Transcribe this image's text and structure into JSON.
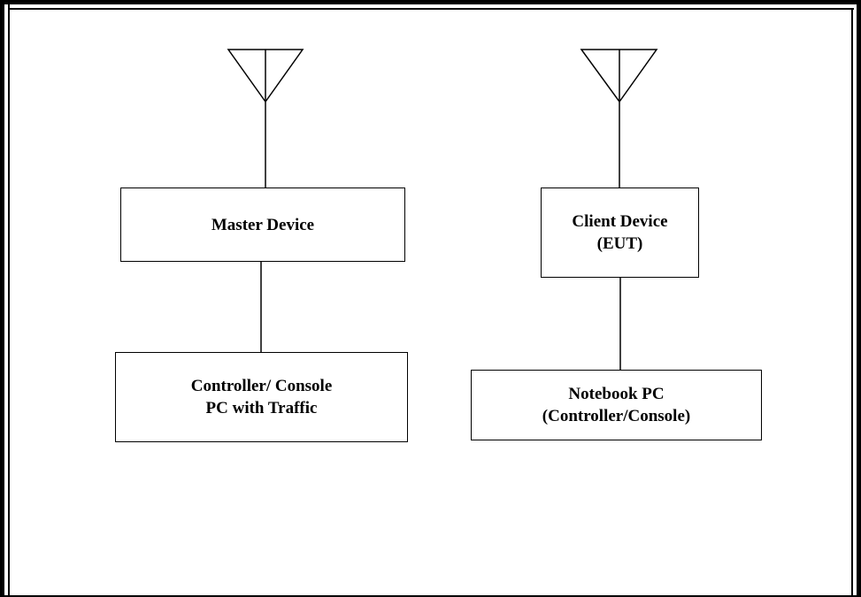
{
  "diagram": {
    "left_setup": {
      "master_device": {
        "label": "Master Device"
      },
      "controller_console": {
        "line1": "Controller/ Console",
        "line2": "PC with Traffic"
      }
    },
    "right_setup": {
      "client_device": {
        "line1": "Client Device",
        "line2": "(EUT)"
      },
      "notebook_pc": {
        "line1": "Notebook PC",
        "line2": "(Controller/Console)"
      }
    }
  }
}
